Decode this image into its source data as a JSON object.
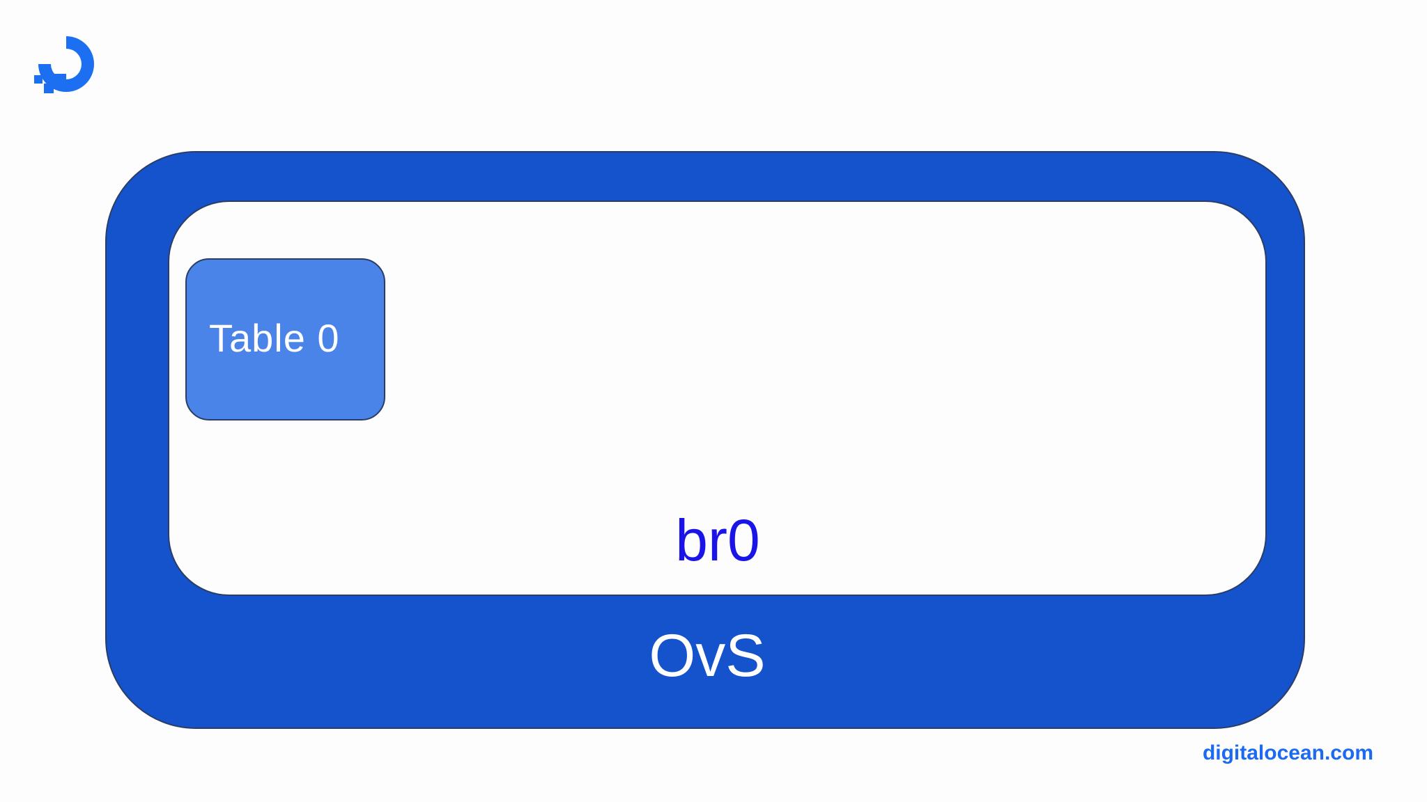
{
  "logo": {
    "icon": "digitalocean-logo-icon",
    "color": "#1b6ff0"
  },
  "diagram": {
    "outer": {
      "label": "OvS",
      "color": "#1453cb"
    },
    "bridge": {
      "label": "br0",
      "color": "#1a14e6"
    },
    "table": {
      "label": "Table 0",
      "color": "#4a84e8"
    }
  },
  "footer": {
    "site": "digitalocean.com",
    "color": "#1c6af0"
  }
}
